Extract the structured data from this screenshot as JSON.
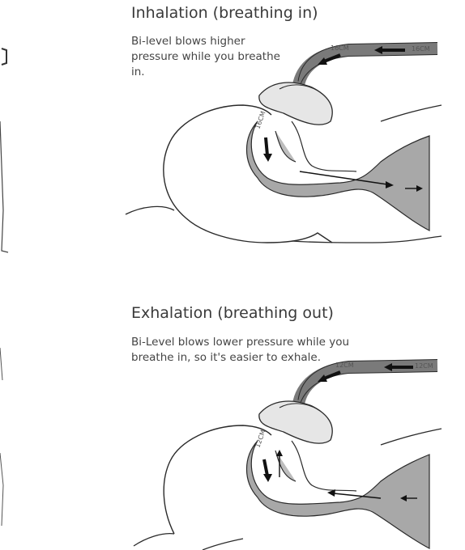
{
  "inhalation": {
    "title": "Inhalation (breathing in)",
    "caption": "Bi-level blows higher pressure while you breathe in.",
    "tube_label_1": "16CM",
    "tube_label_2": "16CM",
    "nose_label": "16CM"
  },
  "exhalation": {
    "title": "Exhalation (breathing out)",
    "caption": "Bi-Level blows lower pressure while you breathe in, so it's easier to exhale.",
    "tube_label_1": "12CM",
    "tube_label_2": "12CM",
    "nose_label": "12CM"
  },
  "colors": {
    "airway_shade": "#9a9a9a",
    "line": "#2a2a2a",
    "mask": "#e6e6e6"
  }
}
